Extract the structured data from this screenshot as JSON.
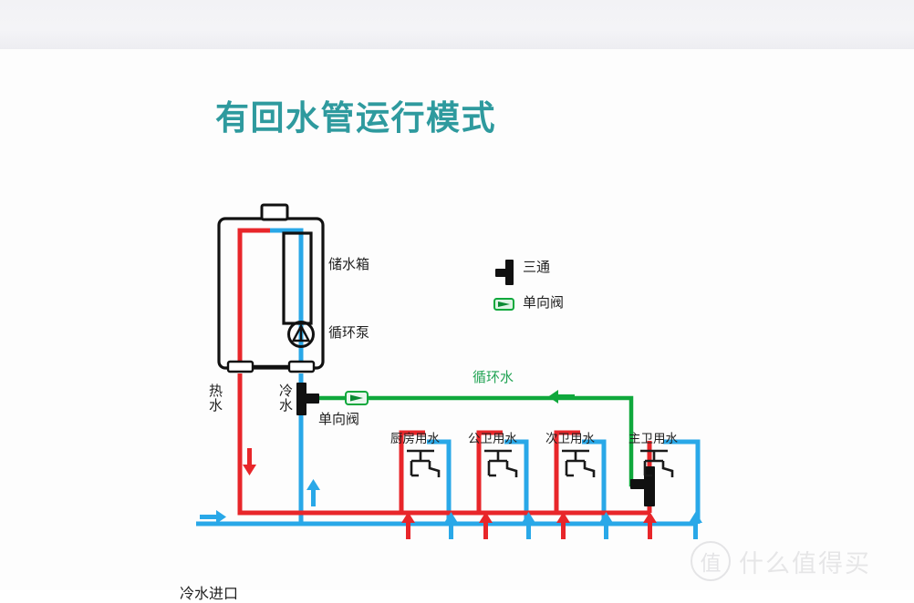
{
  "title": "有回水管运行模式",
  "theme": {
    "title_color": "#2e9a9e",
    "hot_water_color": "#e8262a",
    "cold_water_color": "#29a8e8",
    "circulation_color": "#0fa83c",
    "fitting_color": "#111111",
    "background": "#ffffff"
  },
  "heater": {
    "tank_label": "储水箱",
    "pump_label": "循环泵"
  },
  "legend": {
    "items": [
      {
        "icon": "tee-joint-icon",
        "label": "三通",
        "color": "#111111"
      },
      {
        "icon": "check-valve-icon",
        "label": "单向阀",
        "color": "#0fa83c"
      }
    ]
  },
  "pipes": {
    "hot_label": "热水",
    "cold_label": "冷水",
    "check_valve_label": "单向阀",
    "circulation_label": "循环水",
    "inlet_label": "冷水进口"
  },
  "fixtures": [
    {
      "label": "厨房用水"
    },
    {
      "label": "公卫用水"
    },
    {
      "label": "次卫用水"
    },
    {
      "label": "主卫用水"
    }
  ],
  "watermark": {
    "badge": "值",
    "text": "什么值得买"
  }
}
